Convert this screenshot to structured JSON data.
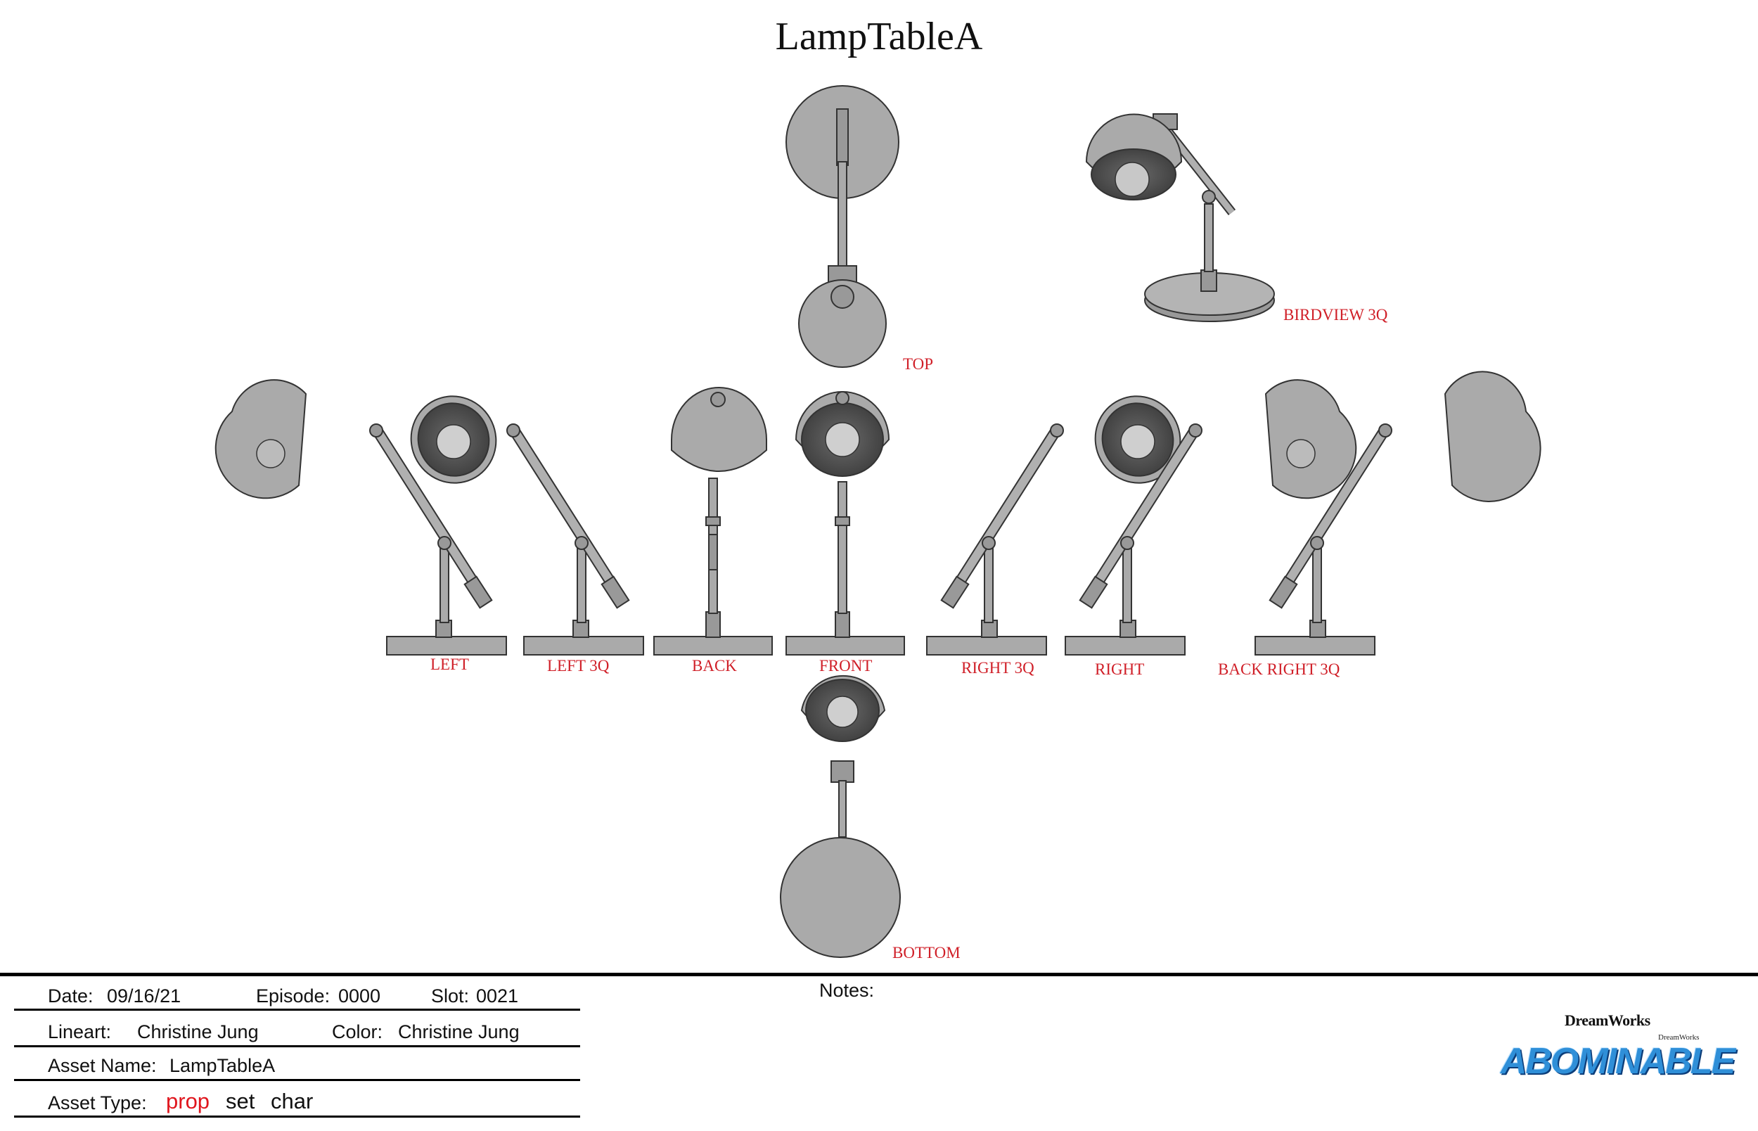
{
  "sheet": {
    "title": "LampTableA"
  },
  "views": {
    "top": "TOP",
    "birdview": "BIRDVIEW 3Q",
    "left": "LEFT",
    "left3q": "LEFT 3Q",
    "back": "BACK",
    "front": "FRONT",
    "right3q": "RIGHT 3Q",
    "right": "RIGHT",
    "backright3q": "BACK RIGHT 3Q",
    "bottom": "BOTTOM"
  },
  "footer": {
    "date_label": "Date:",
    "date": "09/16/21",
    "episode_label": "Episode:",
    "episode": "0000",
    "slot_label": "Slot:",
    "slot": "0021",
    "lineart_label": "Lineart:",
    "lineart": "Christine Jung",
    "color_label": "Color:",
    "color": "Christine Jung",
    "asset_name_label": "Asset Name:",
    "asset_name": "LampTableA",
    "asset_type_label": "Asset Type:",
    "asset_types": [
      "prop",
      "set",
      "char"
    ],
    "notes_label": "Notes:"
  },
  "logo": {
    "studio": "DreamWorks",
    "studio_small": "DreamWorks",
    "film": "ABOMINABLE"
  },
  "colors": {
    "label_red": "#d01f28",
    "model_gray": "#a8a8a8",
    "logo_blue": "#2f8fd8"
  }
}
